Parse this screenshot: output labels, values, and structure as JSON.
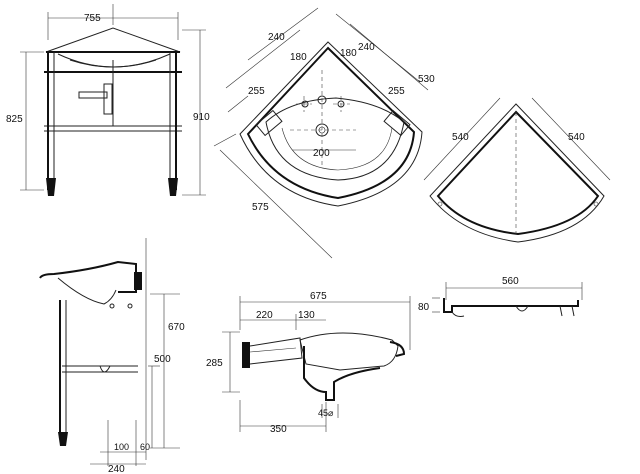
{
  "front_view": {
    "width": "755",
    "height_total": "910",
    "height_basin": "825"
  },
  "top_view": {
    "left_a": "240",
    "left_b": "180",
    "left_c": "255",
    "right_a": "240",
    "right_b": "180",
    "right_c": "255",
    "right_d": "530",
    "diagonal": "575",
    "bowl": "200"
  },
  "top_small": {
    "left": "540",
    "right": "540"
  },
  "side_small": {
    "width": "560",
    "height": "80"
  },
  "side_view": {
    "total": "675",
    "a": "220",
    "b": "130",
    "height": "285",
    "lower": "350",
    "drain": "45⌀"
  },
  "left_side_view": {
    "height_total": "670",
    "height_lower": "500",
    "base": "240",
    "a": "100",
    "b": "60"
  }
}
